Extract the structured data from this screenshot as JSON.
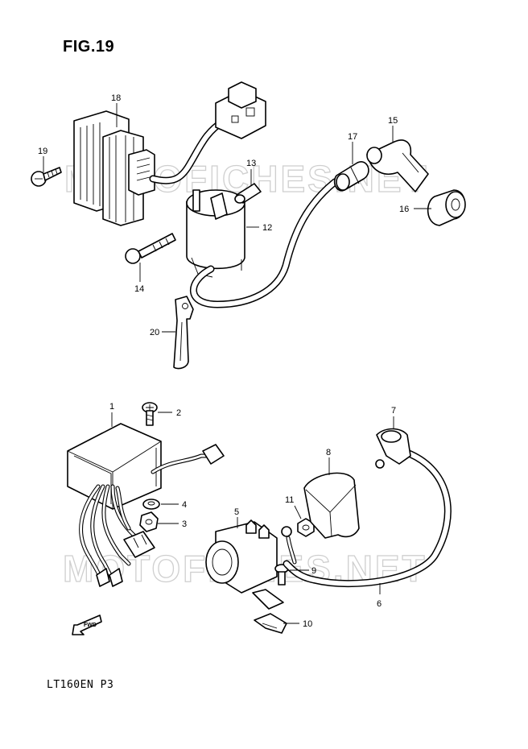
{
  "figure": {
    "title": "FIG.19",
    "model_code": "LT160EN  P3"
  },
  "watermarks": [
    "MOTOFICHES.NET",
    "MOTOFICHES.NET"
  ],
  "callouts": [
    {
      "id": "1",
      "label": "1"
    },
    {
      "id": "2",
      "label": "2"
    },
    {
      "id": "3",
      "label": "3"
    },
    {
      "id": "4",
      "label": "4"
    },
    {
      "id": "5",
      "label": "5"
    },
    {
      "id": "6",
      "label": "6"
    },
    {
      "id": "7",
      "label": "7"
    },
    {
      "id": "8",
      "label": "8"
    },
    {
      "id": "9",
      "label": "9"
    },
    {
      "id": "10",
      "label": "10"
    },
    {
      "id": "11",
      "label": "11"
    },
    {
      "id": "12",
      "label": "12"
    },
    {
      "id": "13",
      "label": "13"
    },
    {
      "id": "14",
      "label": "14"
    },
    {
      "id": "15",
      "label": "15"
    },
    {
      "id": "16",
      "label": "16"
    },
    {
      "id": "17",
      "label": "17"
    },
    {
      "id": "18",
      "label": "18"
    },
    {
      "id": "19",
      "label": "19"
    },
    {
      "id": "20",
      "label": "20"
    }
  ],
  "fwd_label": "FWD"
}
